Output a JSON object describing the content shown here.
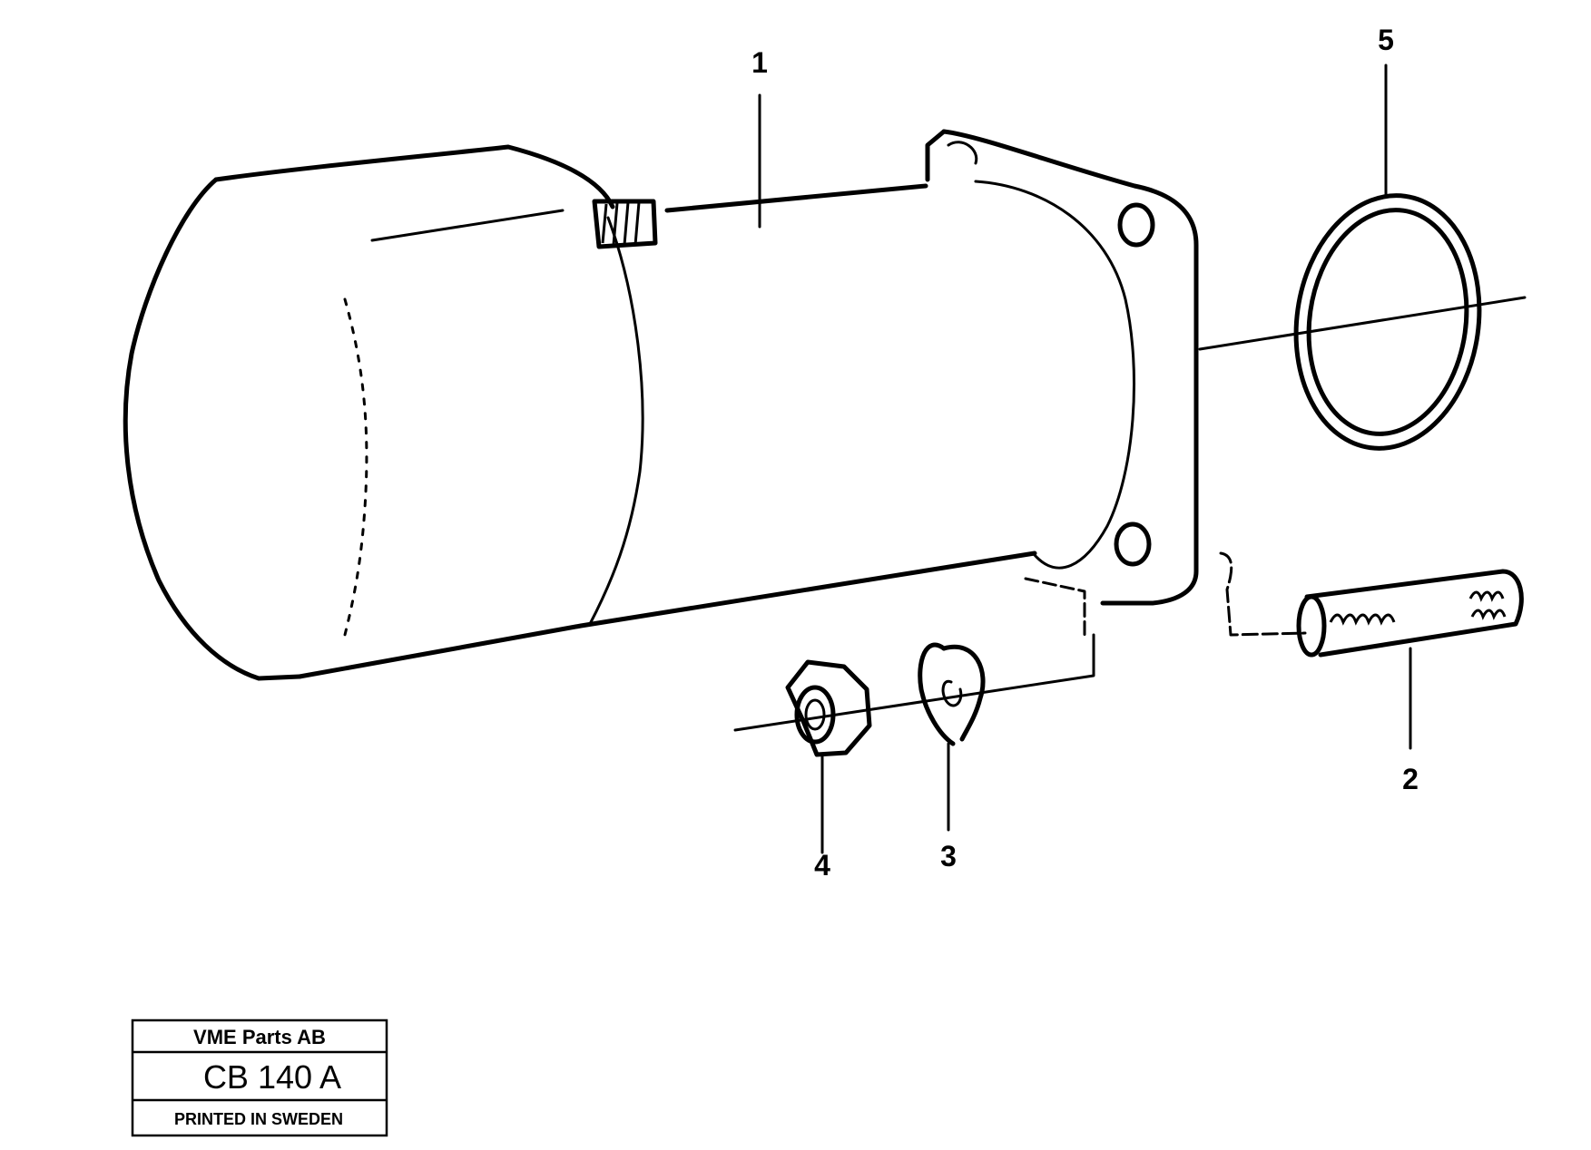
{
  "callouts": {
    "c1": "1",
    "c2": "2",
    "c3": "3",
    "c4": "4",
    "c5": "5"
  },
  "title_block": {
    "company": "VME Parts AB",
    "code": "CB 140 A",
    "printed": "PRINTED IN SWEDEN"
  }
}
